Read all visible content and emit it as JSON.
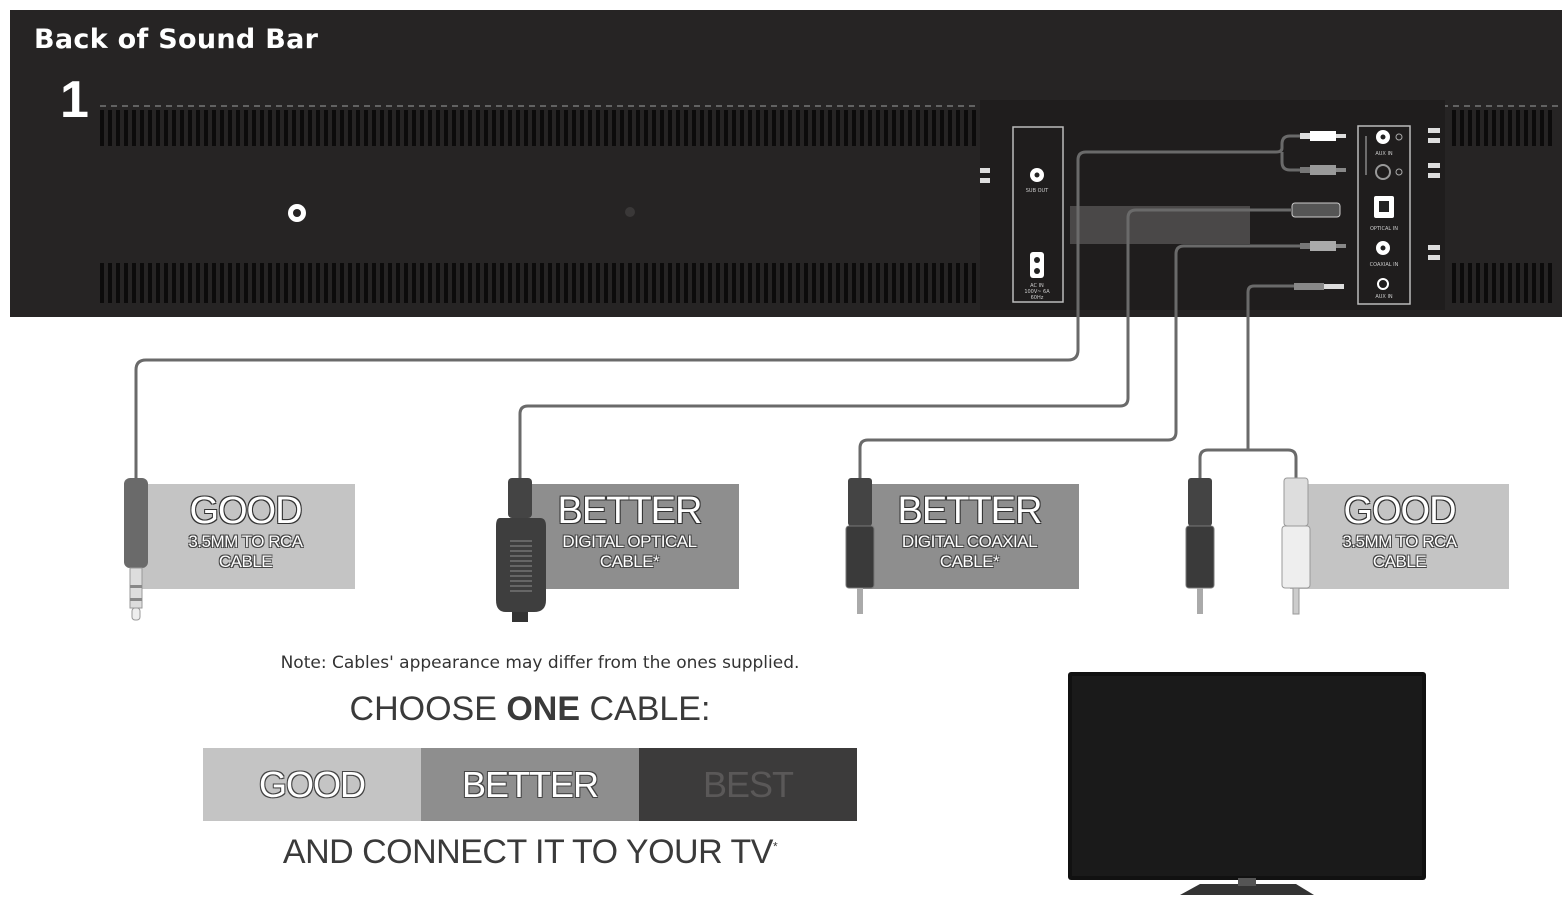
{
  "title": "Back of Sound Bar",
  "step": "1",
  "panel_labels": {
    "sub_out": "SUB OUT",
    "ac_in": "AC IN",
    "ac_in_rating": "100V~ 6A",
    "ac_in_hz": "60Hz",
    "aux_in_top": "AUX IN",
    "optical_in": "OPTICAL IN",
    "coaxial_in": "COAXIAL IN",
    "aux_in_bottom": "AUX IN"
  },
  "cables": [
    {
      "grade": "GOOD",
      "desc_line1": "3.5MM TO RCA",
      "desc_line2": "CABLE",
      "color": "#c4c4c4"
    },
    {
      "grade": "BETTER",
      "desc_line1": "DIGITAL OPTICAL",
      "desc_line2": "CABLE*",
      "color": "#8e8e8e"
    },
    {
      "grade": "BETTER",
      "desc_line1": "DIGITAL COAXIAL",
      "desc_line2": "CABLE*",
      "color": "#8e8e8e"
    },
    {
      "grade": "GOOD",
      "desc_line1": "3.5MM TO RCA",
      "desc_line2": "CABLE",
      "color": "#c4c4c4"
    }
  ],
  "note": "Note: Cables' appearance may differ from the ones supplied.",
  "choose": {
    "prefix": "CHOOSE ",
    "emphasis": "ONE",
    "suffix": " CABLE:"
  },
  "scale": [
    {
      "label": "GOOD",
      "bg": "#c4c4c4",
      "fg": "#ffffff"
    },
    {
      "label": "BETTER",
      "bg": "#8e8e8e",
      "fg": "#ffffff"
    },
    {
      "label": "BEST",
      "bg": "#3c3b3b",
      "fg": "#5a5858"
    }
  ],
  "connect": {
    "text": "AND CONNECT IT TO YOUR TV",
    "mark": "*"
  }
}
